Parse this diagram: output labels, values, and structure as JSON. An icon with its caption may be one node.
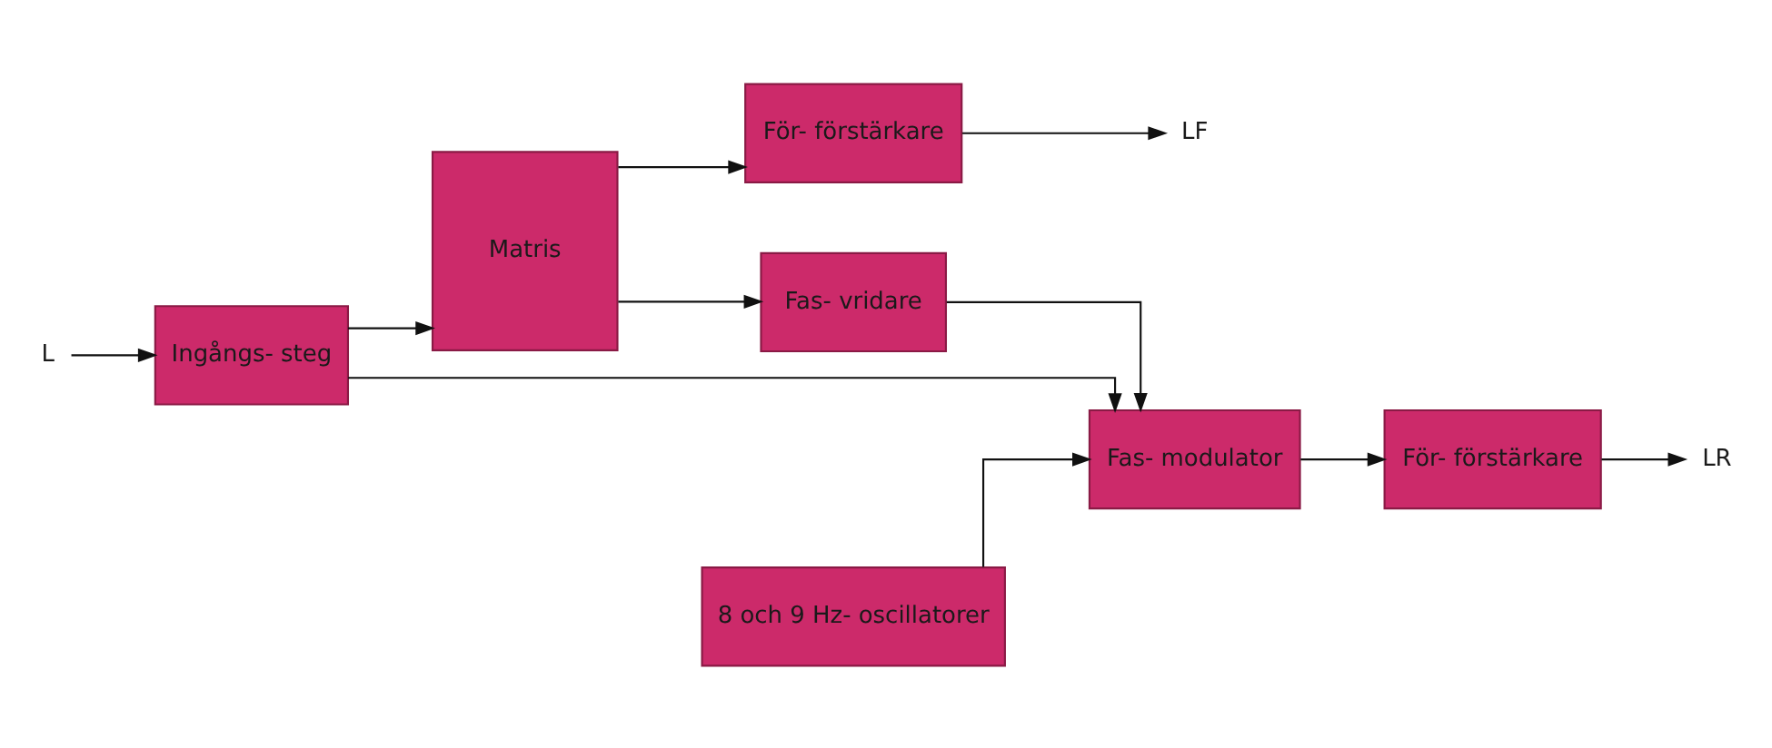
{
  "diagram": {
    "nodes": [
      {
        "text": [
          "L"
        ]
      },
      {
        "text": [
          "Ingångs- steg"
        ]
      },
      {
        "text": [
          "Matris"
        ]
      },
      {
        "text": [
          "Fas- vridare"
        ]
      },
      {
        "text": [
          "Fas- modulator"
        ]
      },
      {
        "text": [
          "För- förstärkare"
        ]
      },
      {
        "text": [
          "För- förstärkare"
        ]
      },
      {
        "text": [
          "8 och 9 Hz- oscillatorer"
        ]
      },
      {
        "text": [
          "LF"
        ]
      },
      {
        "text": [
          "LR"
        ]
      }
    ],
    "edges": [
      {
        "from": 0,
        "to": 1,
        "arrow": "to"
      },
      {
        "from": 1,
        "to": 2,
        "arrow": "to"
      },
      {
        "from": 2,
        "to": 5,
        "arrow": "to"
      },
      {
        "from": 2,
        "to": 3,
        "arrow": "to"
      },
      {
        "from": 3,
        "to": 4,
        "arrow": "to"
      },
      {
        "from": 4,
        "to": 6,
        "arrow": "to"
      },
      {
        "from": 5,
        "to": 8,
        "arrow": "to"
      },
      {
        "from": 6,
        "to": 9,
        "arrow": "to"
      },
      {
        "from": 1,
        "to": 4,
        "arrow": "to"
      },
      {
        "from": 7,
        "to": 4,
        "arrow": "to"
      }
    ]
  }
}
